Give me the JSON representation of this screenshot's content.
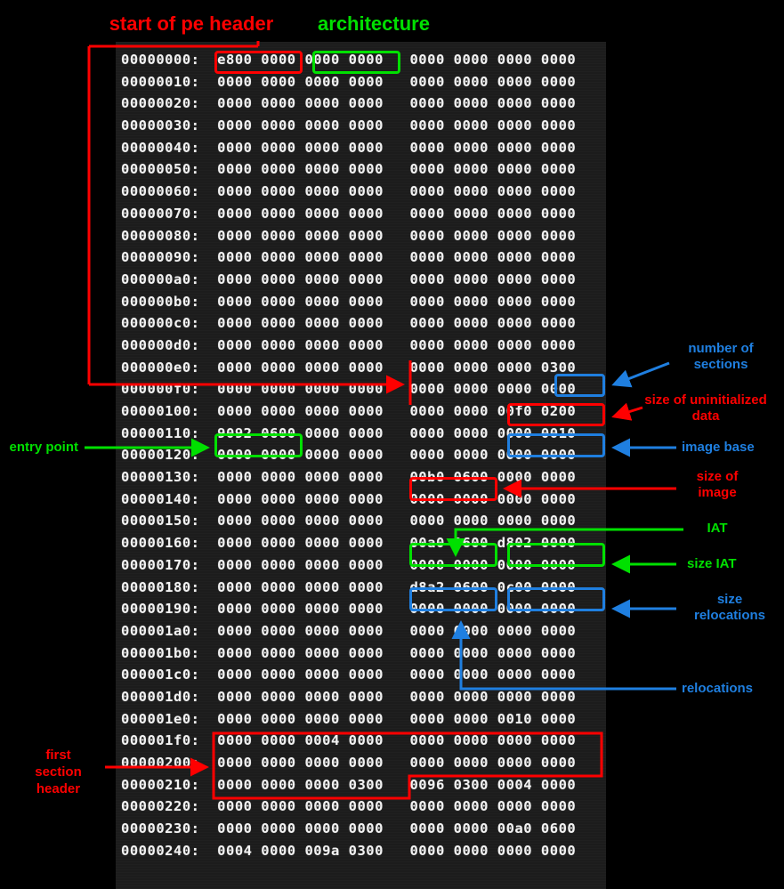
{
  "view": {
    "kind": "hex-dump-annotated-diagram",
    "background": "#000000",
    "panel_background": "#1c1c1c",
    "text_color": "#f2f2f2",
    "colors": {
      "red": "#ff0000",
      "green": "#00e000",
      "blue": "#1f7fe0"
    }
  },
  "hex": {
    "bytes_per_row": 16,
    "group_size": 2,
    "rows": [
      {
        "offset": "00000000:",
        "groups": [
          "e800",
          "0000",
          "0000",
          "0000",
          "0000",
          "0000",
          "0000",
          "0000"
        ]
      },
      {
        "offset": "00000010:",
        "groups": [
          "0000",
          "0000",
          "0000",
          "0000",
          "0000",
          "0000",
          "0000",
          "0000"
        ]
      },
      {
        "offset": "00000020:",
        "groups": [
          "0000",
          "0000",
          "0000",
          "0000",
          "0000",
          "0000",
          "0000",
          "0000"
        ]
      },
      {
        "offset": "00000030:",
        "groups": [
          "0000",
          "0000",
          "0000",
          "0000",
          "0000",
          "0000",
          "0000",
          "0000"
        ]
      },
      {
        "offset": "00000040:",
        "groups": [
          "0000",
          "0000",
          "0000",
          "0000",
          "0000",
          "0000",
          "0000",
          "0000"
        ]
      },
      {
        "offset": "00000050:",
        "groups": [
          "0000",
          "0000",
          "0000",
          "0000",
          "0000",
          "0000",
          "0000",
          "0000"
        ]
      },
      {
        "offset": "00000060:",
        "groups": [
          "0000",
          "0000",
          "0000",
          "0000",
          "0000",
          "0000",
          "0000",
          "0000"
        ]
      },
      {
        "offset": "00000070:",
        "groups": [
          "0000",
          "0000",
          "0000",
          "0000",
          "0000",
          "0000",
          "0000",
          "0000"
        ]
      },
      {
        "offset": "00000080:",
        "groups": [
          "0000",
          "0000",
          "0000",
          "0000",
          "0000",
          "0000",
          "0000",
          "0000"
        ]
      },
      {
        "offset": "00000090:",
        "groups": [
          "0000",
          "0000",
          "0000",
          "0000",
          "0000",
          "0000",
          "0000",
          "0000"
        ]
      },
      {
        "offset": "000000a0:",
        "groups": [
          "0000",
          "0000",
          "0000",
          "0000",
          "0000",
          "0000",
          "0000",
          "0000"
        ]
      },
      {
        "offset": "000000b0:",
        "groups": [
          "0000",
          "0000",
          "0000",
          "0000",
          "0000",
          "0000",
          "0000",
          "0000"
        ]
      },
      {
        "offset": "000000c0:",
        "groups": [
          "0000",
          "0000",
          "0000",
          "0000",
          "0000",
          "0000",
          "0000",
          "0000"
        ]
      },
      {
        "offset": "000000d0:",
        "groups": [
          "0000",
          "0000",
          "0000",
          "0000",
          "0000",
          "0000",
          "0000",
          "0000"
        ]
      },
      {
        "offset": "000000e0:",
        "groups": [
          "0000",
          "0000",
          "0000",
          "0000",
          "0000",
          "0000",
          "0000",
          "0300"
        ]
      },
      {
        "offset": "000000f0:",
        "groups": [
          "0000",
          "0000",
          "0000",
          "0000",
          "0000",
          "0000",
          "0000",
          "0000"
        ]
      },
      {
        "offset": "00000100:",
        "groups": [
          "0000",
          "0000",
          "0000",
          "0000",
          "0000",
          "0000",
          "00f0",
          "0200"
        ]
      },
      {
        "offset": "00000110:",
        "groups": [
          "9092",
          "0600",
          "0000",
          "0000",
          "0000",
          "0000",
          "0000",
          "0010"
        ]
      },
      {
        "offset": "00000120:",
        "groups": [
          "0000",
          "0000",
          "0000",
          "0000",
          "0000",
          "0000",
          "0000",
          "0000"
        ]
      },
      {
        "offset": "00000130:",
        "groups": [
          "0000",
          "0000",
          "0000",
          "0000",
          "00b0",
          "0600",
          "0000",
          "0000"
        ]
      },
      {
        "offset": "00000140:",
        "groups": [
          "0000",
          "0000",
          "0000",
          "0000",
          "0000",
          "0000",
          "0000",
          "0000"
        ]
      },
      {
        "offset": "00000150:",
        "groups": [
          "0000",
          "0000",
          "0000",
          "0000",
          "0000",
          "0000",
          "0000",
          "0000"
        ]
      },
      {
        "offset": "00000160:",
        "groups": [
          "0000",
          "0000",
          "0000",
          "0000",
          "00a0",
          "0600",
          "d802",
          "0000"
        ]
      },
      {
        "offset": "00000170:",
        "groups": [
          "0000",
          "0000",
          "0000",
          "0000",
          "0000",
          "0000",
          "0000",
          "0000"
        ]
      },
      {
        "offset": "00000180:",
        "groups": [
          "0000",
          "0000",
          "0000",
          "0000",
          "d8a2",
          "0600",
          "0c00",
          "0000"
        ]
      },
      {
        "offset": "00000190:",
        "groups": [
          "0000",
          "0000",
          "0000",
          "0000",
          "0000",
          "0000",
          "0000",
          "0000"
        ]
      },
      {
        "offset": "000001a0:",
        "groups": [
          "0000",
          "0000",
          "0000",
          "0000",
          "0000",
          "0000",
          "0000",
          "0000"
        ]
      },
      {
        "offset": "000001b0:",
        "groups": [
          "0000",
          "0000",
          "0000",
          "0000",
          "0000",
          "0000",
          "0000",
          "0000"
        ]
      },
      {
        "offset": "000001c0:",
        "groups": [
          "0000",
          "0000",
          "0000",
          "0000",
          "0000",
          "0000",
          "0000",
          "0000"
        ]
      },
      {
        "offset": "000001d0:",
        "groups": [
          "0000",
          "0000",
          "0000",
          "0000",
          "0000",
          "0000",
          "0000",
          "0000"
        ]
      },
      {
        "offset": "000001e0:",
        "groups": [
          "0000",
          "0000",
          "0000",
          "0000",
          "0000",
          "0000",
          "0010",
          "0000"
        ]
      },
      {
        "offset": "000001f0:",
        "groups": [
          "0000",
          "0000",
          "0004",
          "0000",
          "0000",
          "0000",
          "0000",
          "0000"
        ]
      },
      {
        "offset": "00000200:",
        "groups": [
          "0000",
          "0000",
          "0000",
          "0000",
          "0000",
          "0000",
          "0000",
          "0000"
        ]
      },
      {
        "offset": "00000210:",
        "groups": [
          "0000",
          "0000",
          "0000",
          "0300",
          "0096",
          "0300",
          "0004",
          "0000"
        ]
      },
      {
        "offset": "00000220:",
        "groups": [
          "0000",
          "0000",
          "0000",
          "0000",
          "0000",
          "0000",
          "0000",
          "0000"
        ]
      },
      {
        "offset": "00000230:",
        "groups": [
          "0000",
          "0000",
          "0000",
          "0000",
          "0000",
          "0000",
          "00a0",
          "0600"
        ]
      },
      {
        "offset": "00000240:",
        "groups": [
          "0004",
          "0000",
          "009a",
          "0300",
          "0000",
          "0000",
          "0000",
          "0000"
        ]
      }
    ]
  },
  "annotations": [
    {
      "id": "start-of-pe-header",
      "label": "start of pe header",
      "color": "#ff0000",
      "target_row": "00000000:",
      "target_value": "e800 0000"
    },
    {
      "id": "architecture",
      "label": "architecture",
      "color": "#00e000",
      "target_row": "00000000:",
      "target_value": "0000 0000"
    },
    {
      "id": "number-of-sections",
      "label": "number of\nsections",
      "color": "#1f7fe0",
      "target_row": "000000e0:",
      "target_value": "0300"
    },
    {
      "id": "size-of-uninitialized-data",
      "label": "size of uninitialized\ndata",
      "color": "#ff0000",
      "target_row": "00000100:",
      "target_value": "00f0 0200"
    },
    {
      "id": "entry-point",
      "label": "entry point",
      "color": "#00e000",
      "target_row": "00000110:",
      "target_value": "9092 0600"
    },
    {
      "id": "image-base",
      "label": "image base",
      "color": "#1f7fe0",
      "target_row": "00000110:",
      "target_value": "0000 0010"
    },
    {
      "id": "size-of-image",
      "label": "size of\nimage",
      "color": "#ff0000",
      "target_row": "00000130:",
      "target_value": "00b0 0600"
    },
    {
      "id": "iat",
      "label": "IAT",
      "color": "#00e000",
      "target_row": "00000160:",
      "target_value": "00a0 0600"
    },
    {
      "id": "size-iat",
      "label": "size IAT",
      "color": "#00e000",
      "target_row": "00000160:",
      "target_value": "d802 0000"
    },
    {
      "id": "size-relocations",
      "label": "size\nrelocations",
      "color": "#1f7fe0",
      "target_row": "00000180:",
      "target_value": "0c00 0000"
    },
    {
      "id": "relocations",
      "label": "relocations",
      "color": "#1f7fe0",
      "target_row": "00000180:",
      "target_value": "d8a2 0600"
    },
    {
      "id": "first-section-header",
      "label": "first\nsection\nheader",
      "color": "#ff0000",
      "target_row": "000001e0:",
      "target_value": "0000 0000 0000 0000 0000 0000 0010 0000"
    }
  ],
  "labels": {
    "start_of_pe_header": "start of pe header",
    "architecture": "architecture",
    "number_of_sections_l1": "number of",
    "number_of_sections_l2": "sections",
    "size_of_uninitialized_l1": "size of uninitialized",
    "size_of_uninitialized_l2": "data",
    "entry_point": "entry point",
    "image_base": "image base",
    "size_of_image_l1": "size of",
    "size_of_image_l2": "image",
    "iat": "IAT",
    "size_iat": "size IAT",
    "size_relocations_l1": "size",
    "size_relocations_l2": "relocations",
    "relocations": "relocations",
    "first_section_l1": "first",
    "first_section_l2": "section",
    "first_section_l3": "header"
  }
}
